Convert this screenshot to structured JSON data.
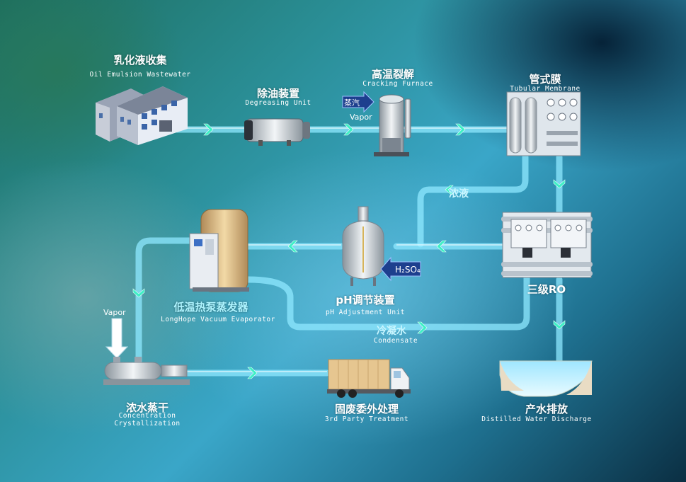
{
  "nodes": {
    "emulsion": {
      "cn": "乳化液收集",
      "en": "Oil Emulsion Wastewater"
    },
    "degreasing": {
      "cn": "除油装置",
      "en": "Degreasing Unit"
    },
    "cracking": {
      "cn": "高温裂解",
      "en": "Cracking Furnace"
    },
    "tubular": {
      "cn": "管式膜",
      "en": "Tubular Membrane"
    },
    "ro": {
      "cn": "三级RO"
    },
    "ph": {
      "cn": "pH调节装置",
      "en": "pH Adjustment Unit"
    },
    "evaporator": {
      "cn": "低温热泵蒸发器",
      "en": "LongHope Vacuum Evaporator"
    },
    "crystallization": {
      "cn": "浓水蒸干",
      "en_line1": "Concentration",
      "en_line2": "Crystallization"
    },
    "third_party": {
      "cn": "固废委外处理",
      "en": "3rd Party Treatment"
    },
    "discharge": {
      "cn": "产水排放",
      "en": "Distilled Water Discharge"
    }
  },
  "flows": {
    "concentrate": "浓液",
    "condensate_cn": "冷凝水",
    "condensate_en": "Condensate"
  },
  "inputs": {
    "steam_cn": "蒸汽",
    "steam_en": "Vapor",
    "acid": "H₂SO₄",
    "vapor_left": "Vapor"
  },
  "colors": {
    "pipe": "#7fe3ff",
    "arrow": "#3df0c0",
    "label_cyan": "#aef4ff"
  }
}
